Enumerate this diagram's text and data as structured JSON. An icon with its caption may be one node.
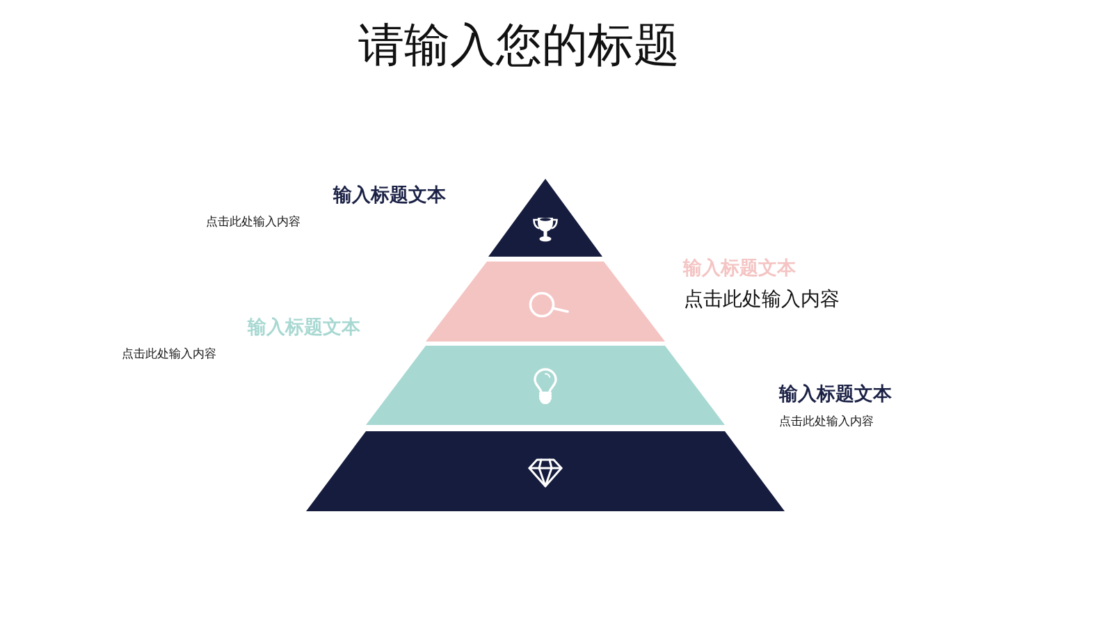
{
  "diagram": {
    "title": "请输入您的标题",
    "nodes": [
      {
        "text": [],
        "shape": "triangle",
        "beside": [
          "输入标题文本",
          "点击此处输入内容"
        ]
      },
      {
        "text": [],
        "shape": "trapezoid",
        "beside": [
          "输入标题文本",
          "点击此处输入内容"
        ]
      },
      {
        "text": [],
        "shape": "trapezoid",
        "beside": [
          "输入标题文本",
          "点击此处输入内容"
        ]
      },
      {
        "text": [],
        "shape": "trapezoid",
        "beside": [
          "输入标题文本",
          "点击此处输入内容"
        ]
      }
    ]
  }
}
